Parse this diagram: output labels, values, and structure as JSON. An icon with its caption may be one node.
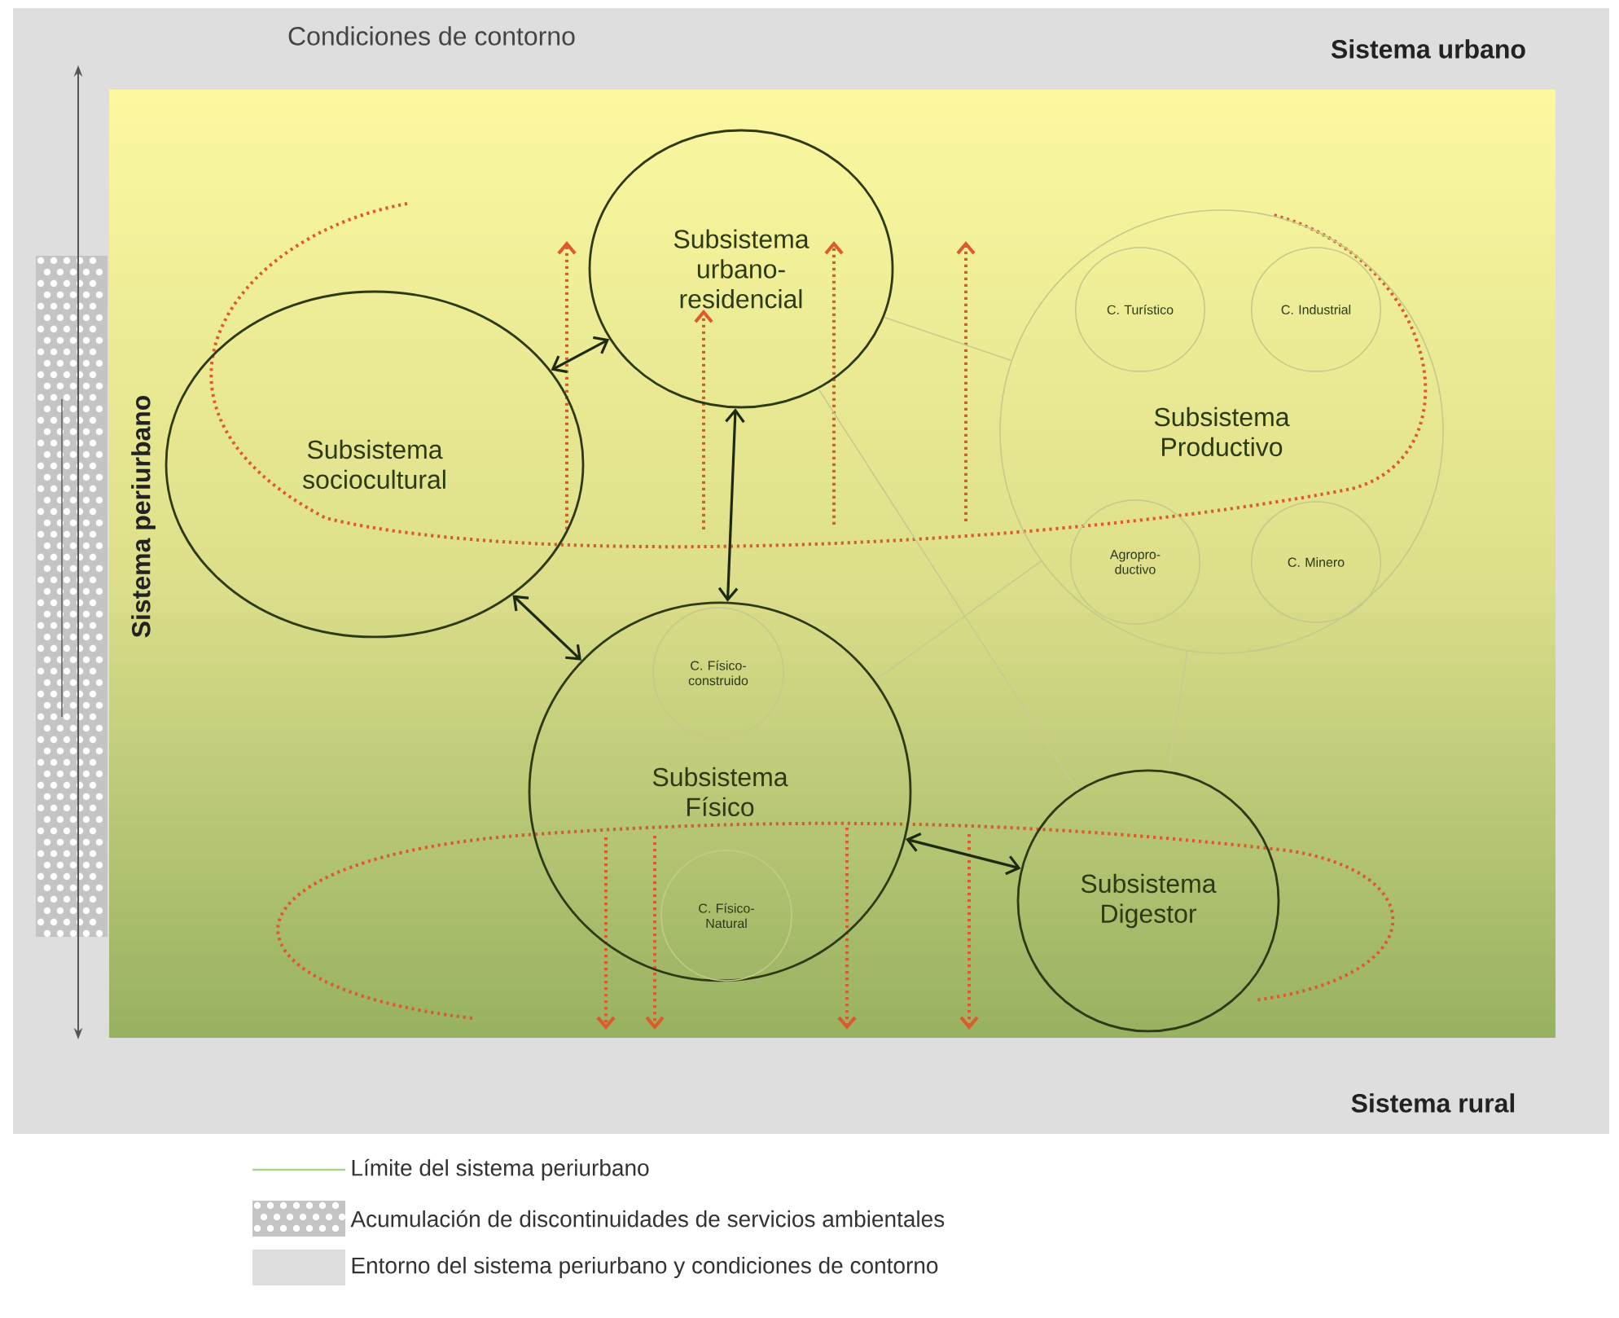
{
  "diagram": {
    "nodes": [
      {
        "text": [
          "Subsistema urbano-residencial"
        ]
      },
      {
        "text": [
          "Subsistema sociocultural"
        ]
      },
      {
        "text": [
          "Subsistema Productivo"
        ]
      },
      {
        "text": [
          "C. Turístico"
        ],
        "in": 2
      },
      {
        "text": [
          "C. Industrial"
        ],
        "in": 2
      },
      {
        "text": [
          "Agropro-ductivo"
        ],
        "in": 2
      },
      {
        "text": [
          "C. Minero"
        ],
        "in": 2
      },
      {
        "text": [
          "Subsistema Físico"
        ]
      },
      {
        "text": [
          "C. Físico-construido"
        ],
        "in": 7
      },
      {
        "text": [
          "C. Físico-Natural"
        ],
        "in": 7
      },
      {
        "text": [
          "Subsistema Digestor"
        ]
      }
    ],
    "edges": [
      {
        "from": 1,
        "to": 0,
        "arrow": "both"
      },
      {
        "from": 0,
        "to": 7,
        "arrow": "both"
      },
      {
        "from": 1,
        "to": 7,
        "arrow": "both"
      },
      {
        "from": 7,
        "to": 10,
        "arrow": "both"
      },
      {
        "from": 0,
        "to": 2,
        "arrow": "none",
        "color": "#c8cb8f"
      },
      {
        "from": 0,
        "to": 10,
        "arrow": "none",
        "color": "#c8cb8f"
      },
      {
        "from": 7,
        "to": 2,
        "arrow": "none",
        "color": "#c8cb8f"
      },
      {
        "from": 2,
        "to": 10,
        "arrow": "none",
        "color": "#c8cb8f"
      }
    ],
    "labels": [
      "Condiciones de contorno",
      "Sistema urbano",
      "Sistema rural",
      "Sistema periurbano"
    ],
    "legend": [
      {
        "text": "Límite del sistema periurbano"
      },
      {
        "text": "Acumulación de discontinuidades de servicios ambientales"
      },
      {
        "text": "Entorno del sistema periurbano y condiciones de contorno",
        "color": "#dedede"
      }
    ]
  }
}
